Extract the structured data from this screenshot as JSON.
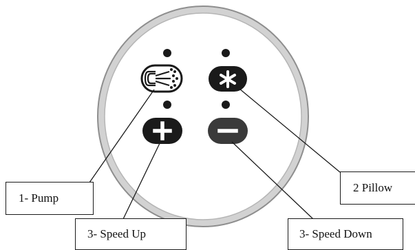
{
  "labels": {
    "pump": "1- Pump",
    "pillow": "2 Pillow",
    "speed_up": "3- Speed Up",
    "speed_down": "3- Speed Down"
  },
  "icons": {
    "pump": "jet-spray-icon",
    "pillow": "asterisk-icon",
    "speed_up": "plus-icon",
    "speed_down": "minus-icon"
  },
  "colors": {
    "panel_ring": "#9a9a9a",
    "panel_face": "#ffffff",
    "button_dark": "#1a1a1a",
    "button_gray": "#3a3a3a",
    "indicator": "#1a1a1a"
  }
}
